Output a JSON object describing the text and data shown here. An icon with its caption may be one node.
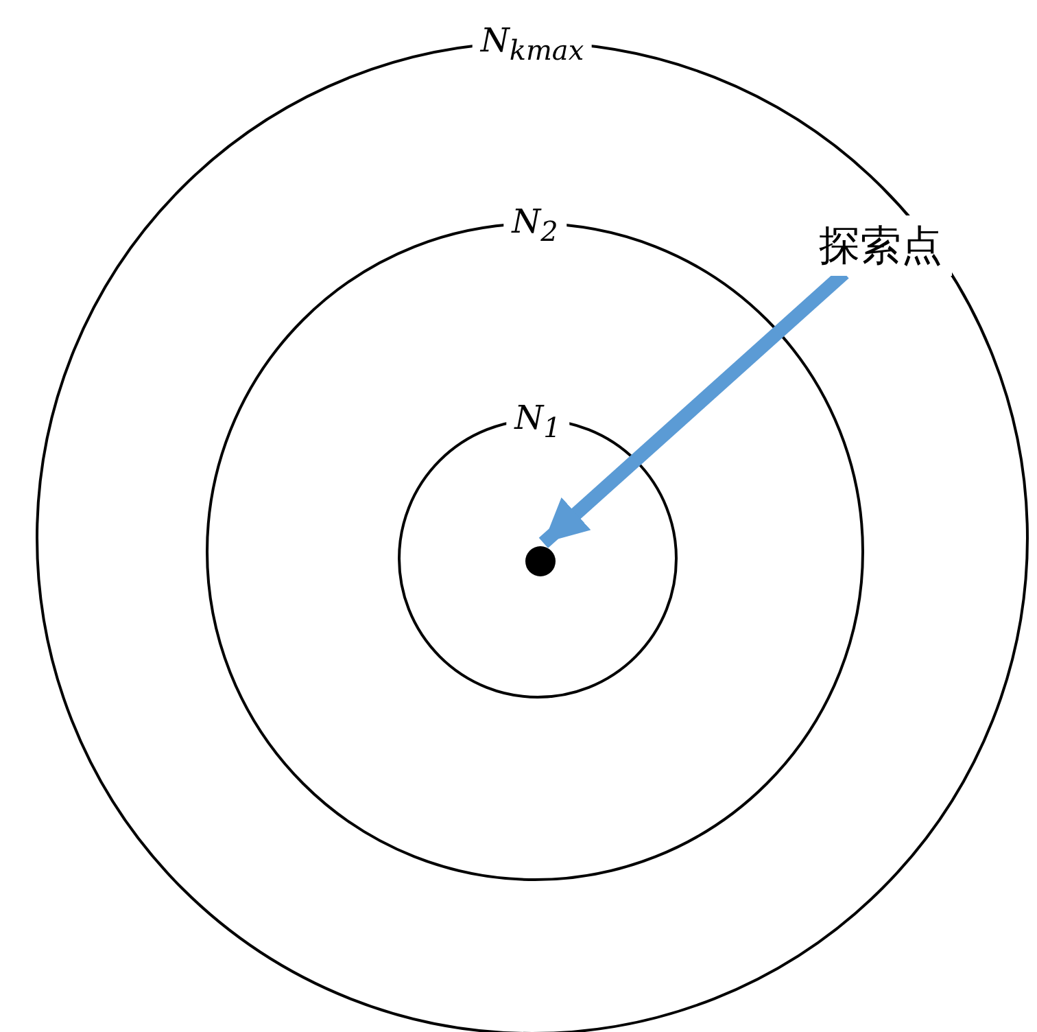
{
  "diagram": {
    "nodes": [
      {
        "text": [
          "N$_{kmax}$"
        ]
      },
      {
        "text": [
          "N$_{2}$"
        ],
        "in": 0
      },
      {
        "text": [
          "N$_{1}$"
        ],
        "in": 1
      },
      {
        "text": [],
        "shape": "circle",
        "in": 2
      },
      {
        "text": [
          "探索点"
        ],
        "in": 0
      }
    ],
    "edges": [
      {
        "from": 4,
        "to": 3,
        "arrow": "to",
        "color": "#5b9bd5"
      }
    ]
  }
}
